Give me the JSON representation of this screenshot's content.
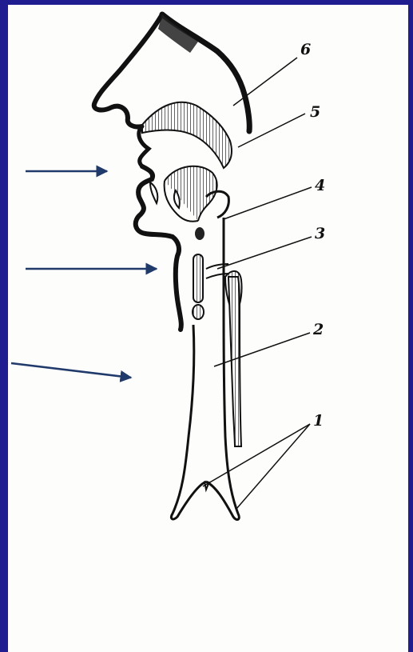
{
  "diagram": {
    "labels": [
      "6",
      "5",
      "4",
      "3",
      "2",
      "1"
    ],
    "arrow_color": "#1f3a6b",
    "frame_color": "#1f1d8f",
    "ink_color": "#111111",
    "background": "#fdfdfb"
  }
}
